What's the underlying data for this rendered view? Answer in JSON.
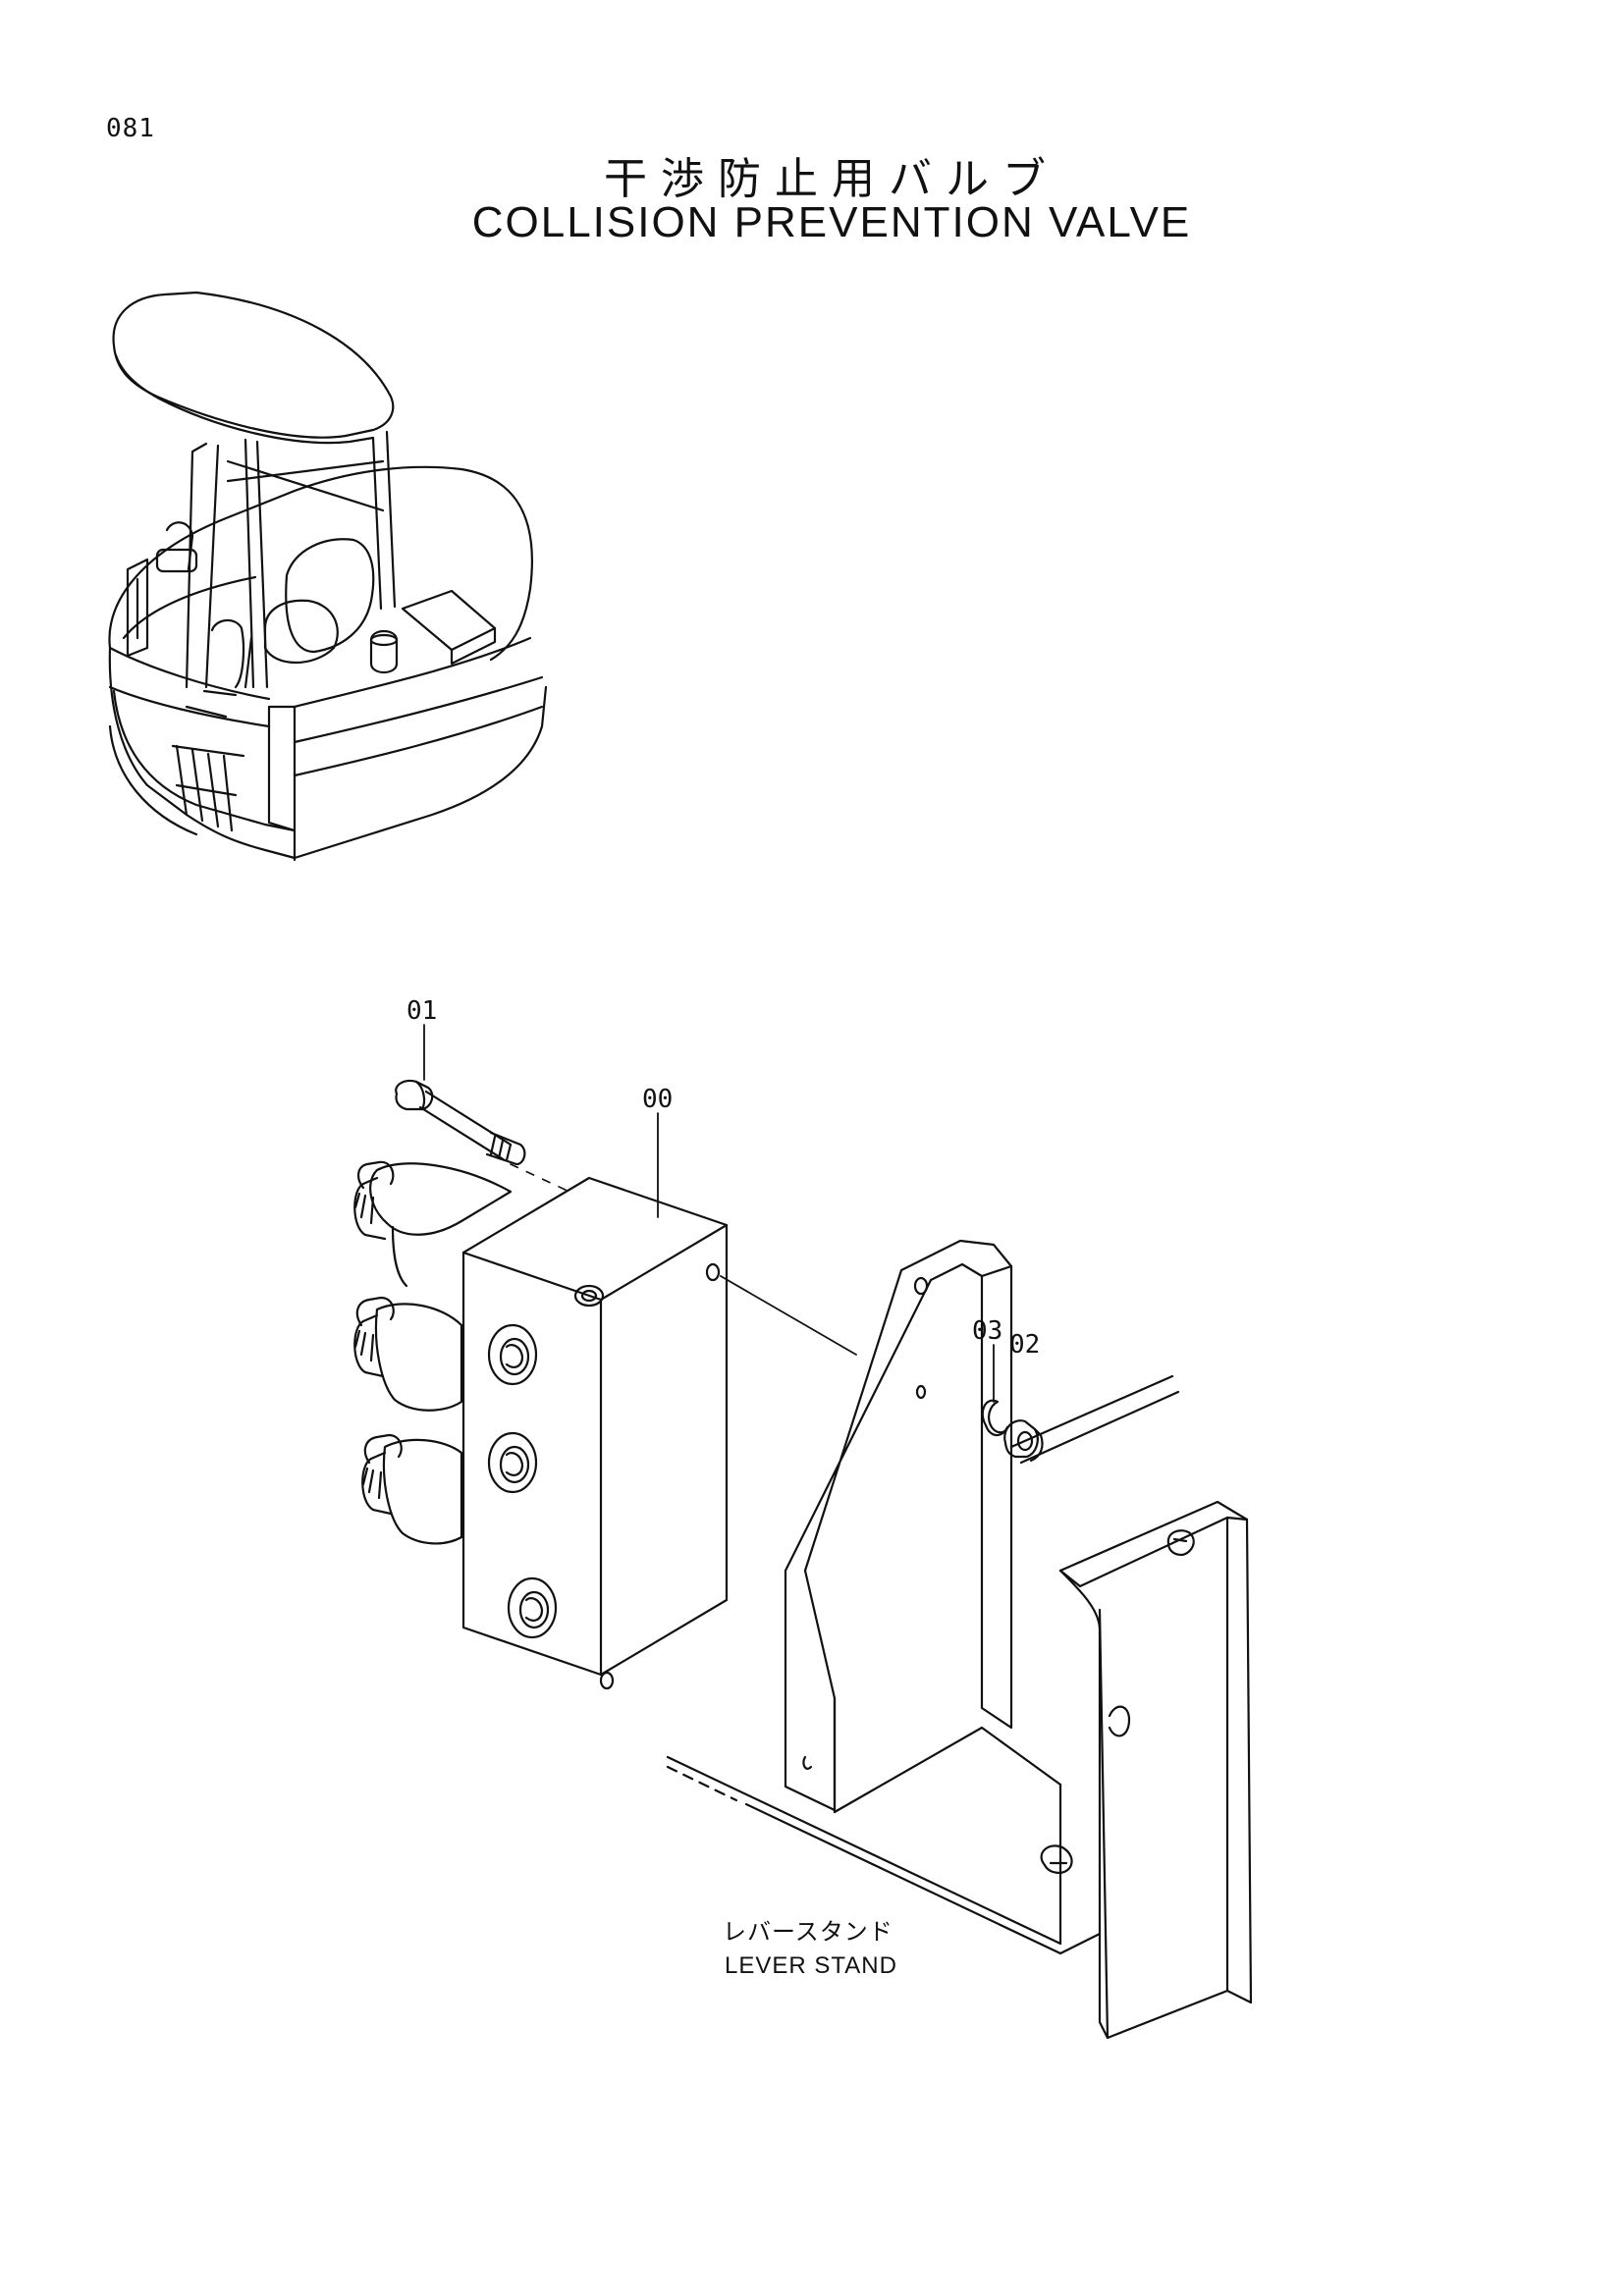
{
  "page_number": "081",
  "title_jp": "干渉防止用バルブ",
  "title_en": "COLLISION PREVENTION VALVE",
  "callouts": {
    "c00": "00",
    "c01": "01",
    "c02": "02",
    "c03": "03"
  },
  "lever_stand": {
    "label_jp": "レバースタンド",
    "label_en": "LEVER STAND"
  }
}
